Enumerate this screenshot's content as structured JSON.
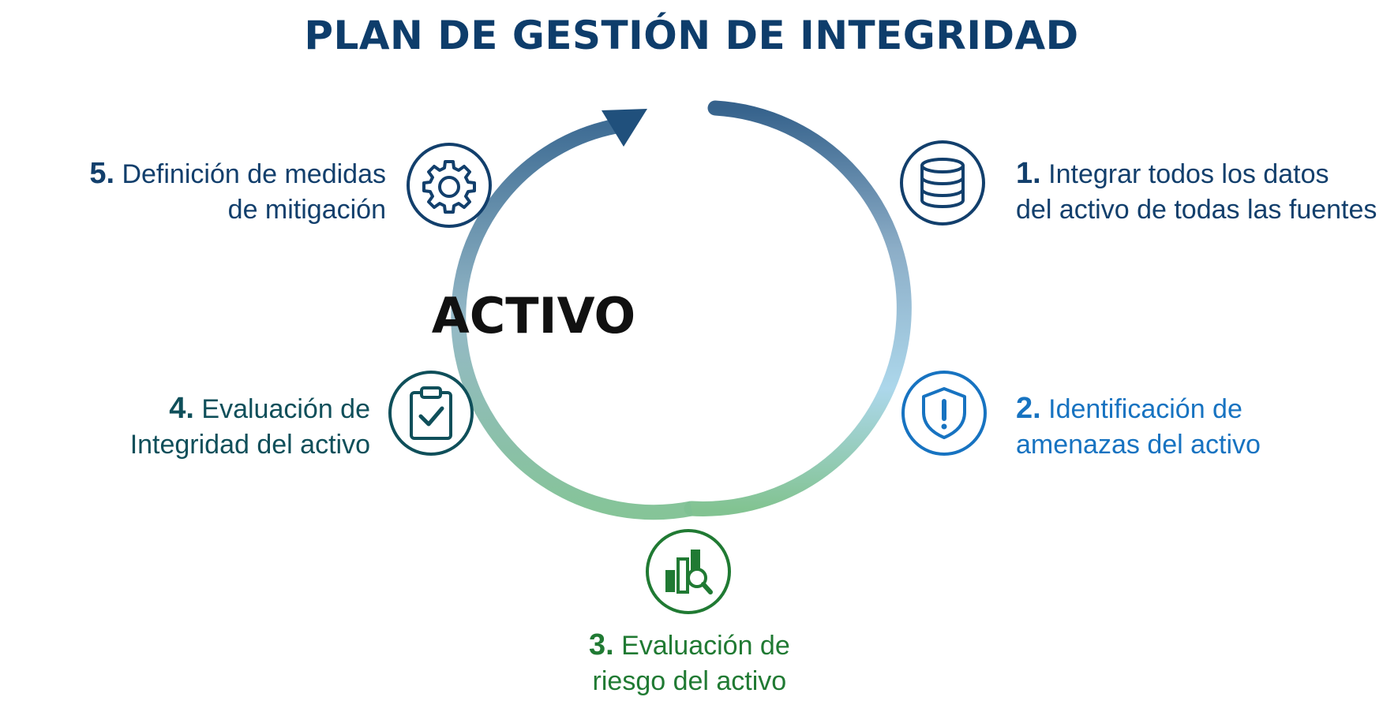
{
  "title": "PLAN DE GESTIÓN DE INTEGRIDAD",
  "center": "ACTIVO",
  "colors": {
    "title": "#0e3d6b",
    "step1": "#123f6c",
    "step2": "#1773c1",
    "step3": "#207a33",
    "step4": "#0f4f5a",
    "step5": "#123f6c"
  },
  "steps": [
    {
      "number": "1.",
      "line1": "Integrar todos los datos",
      "line2": "del activo de todas las fuentes",
      "icon": "database-icon"
    },
    {
      "number": "2.",
      "line1": "Identificación de",
      "line2": "amenazas del activo",
      "icon": "shield-alert-icon"
    },
    {
      "number": "3.",
      "line1": "Evaluación de",
      "line2": "riesgo del activo",
      "icon": "chart-magnifier-icon"
    },
    {
      "number": "4.",
      "line1": "Evaluación de",
      "line2": "Integridad del activo",
      "icon": "clipboard-check-icon"
    },
    {
      "number": "5.",
      "line1": "Definición de medidas",
      "line2": "de mitigación",
      "icon": "gear-icon"
    }
  ]
}
